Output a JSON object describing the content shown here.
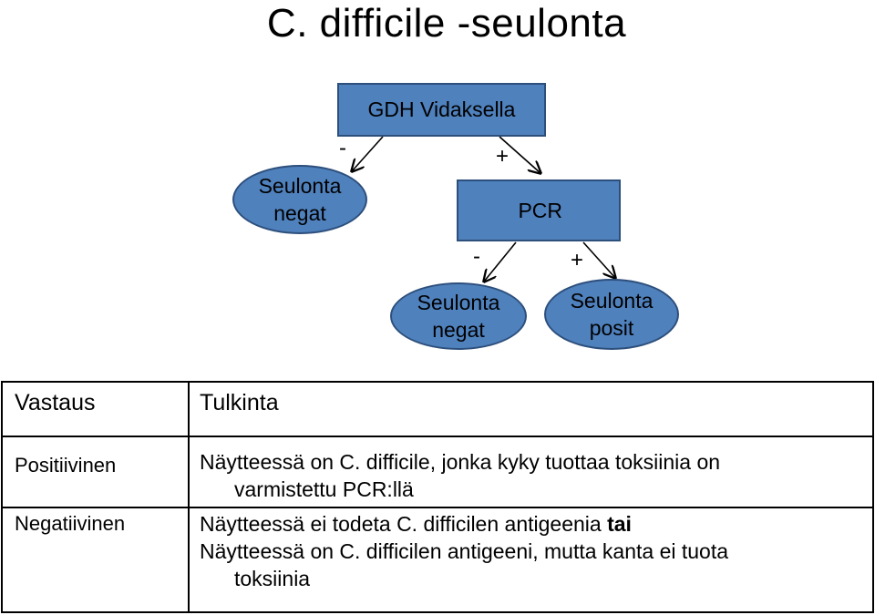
{
  "title": "C. difficile -seulonta",
  "flow": {
    "root": "GDH Vidaksella",
    "pcr": "PCR",
    "left_result": {
      "line1": "Seulonta",
      "line2": "negat"
    },
    "pcr_neg_result": {
      "line1": "Seulonta",
      "line2": "negat"
    },
    "pcr_pos_result": {
      "line1": "Seulonta",
      "line2": "posit"
    },
    "root_neg_sign": "-",
    "root_pos_sign": "+",
    "pcr_neg_sign": "-",
    "pcr_pos_sign": "+"
  },
  "legend": {
    "header_col1": "Vastaus",
    "header_col2": "Tulkinta",
    "rows": [
      {
        "label": "Positiivinen",
        "line1": "Näytteessä on C. difficile, jonka kyky tuottaa toksiinia on",
        "line2": "varmistettu PCR:llä"
      },
      {
        "label": "Negatiivinen",
        "line1_a": "Näytteessä ei todeta C. difficilen antigeenia ",
        "line1_b": "tai",
        "line2": "Näytteessä on C. difficilen antigeeni, mutta kanta ei tuota",
        "line3": "toksiinia"
      }
    ]
  },
  "colors": {
    "node_fill": "#4f81bd",
    "node_border": "#2d4f7c",
    "arrow": "#000000"
  }
}
